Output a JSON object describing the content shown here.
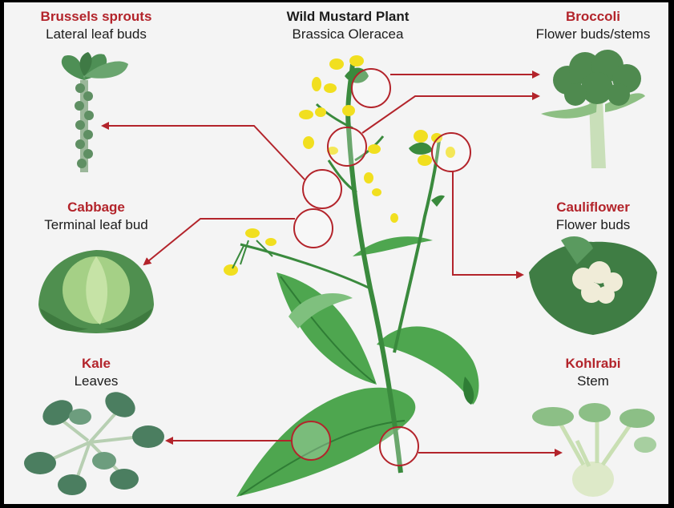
{
  "title": {
    "name": "Wild Mustard Plant",
    "species": "Brassica Oleracea"
  },
  "vegetables": [
    {
      "name": "Brussels sprouts",
      "part": "Lateral leaf buds"
    },
    {
      "name": "Broccoli",
      "part": "Flower buds/stems"
    },
    {
      "name": "Cabbage",
      "part": "Terminal leaf bud"
    },
    {
      "name": "Cauliflower",
      "part": "Flower buds"
    },
    {
      "name": "Kale",
      "part": "Leaves"
    },
    {
      "name": "Kohlrabi",
      "part": "Stem"
    }
  ],
  "colors": {
    "heading": "#b3242b",
    "arrow": "#b3242b",
    "leaf": "#4ea64f",
    "leaf_dark": "#2f7d35",
    "flower": "#f1df1f",
    "background": "#f4f4f4"
  },
  "icons": [
    "brussels-sprouts-illustration",
    "broccoli-illustration",
    "cabbage-illustration",
    "cauliflower-illustration",
    "kale-illustration",
    "kohlrabi-illustration",
    "wild-mustard-plant-illustration"
  ]
}
